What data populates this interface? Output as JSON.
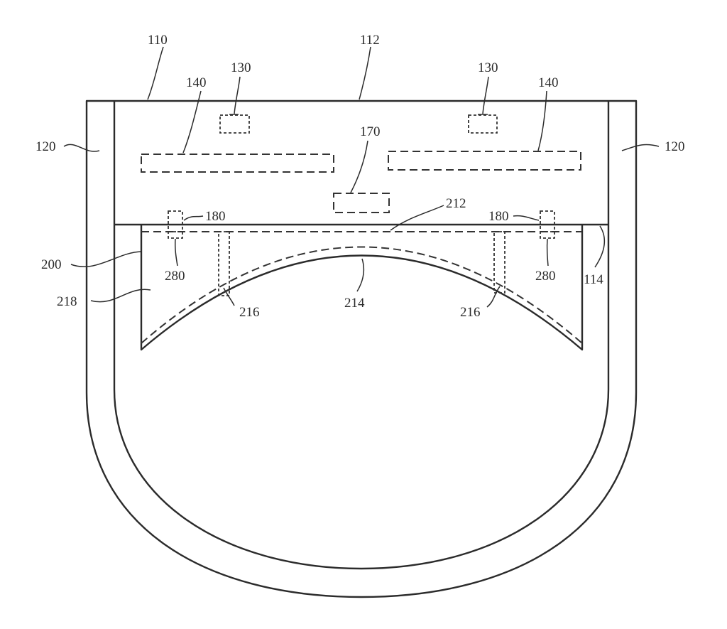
{
  "figure": {
    "labels": {
      "l110": "110",
      "l112": "112",
      "l114": "114",
      "l120_left": "120",
      "l120_right": "120",
      "l130_left": "130",
      "l130_right": "130",
      "l140_left": "140",
      "l140_right": "140",
      "l170": "170",
      "l180_left": "180",
      "l180_right": "180",
      "l200": "200",
      "l212": "212",
      "l214": "214",
      "l216_left": "216",
      "l216_right": "216",
      "l218": "218",
      "l280_left": "280",
      "l280_right": "280"
    }
  }
}
